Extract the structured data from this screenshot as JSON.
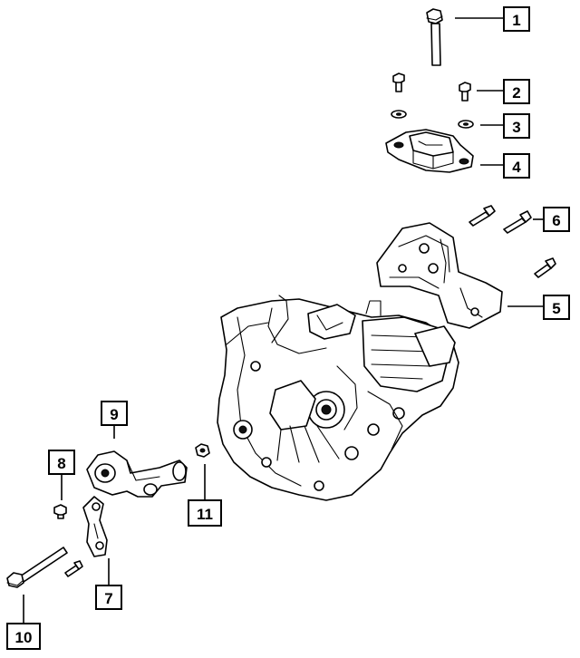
{
  "diagram": {
    "callouts": [
      {
        "id": 1,
        "label": "1"
      },
      {
        "id": 2,
        "label": "2"
      },
      {
        "id": 3,
        "label": "3"
      },
      {
        "id": 4,
        "label": "4"
      },
      {
        "id": 5,
        "label": "5"
      },
      {
        "id": 6,
        "label": "6"
      },
      {
        "id": 7,
        "label": "7"
      },
      {
        "id": 8,
        "label": "8"
      },
      {
        "id": 9,
        "label": "9"
      },
      {
        "id": 10,
        "label": "10"
      },
      {
        "id": 11,
        "label": "11"
      }
    ]
  }
}
